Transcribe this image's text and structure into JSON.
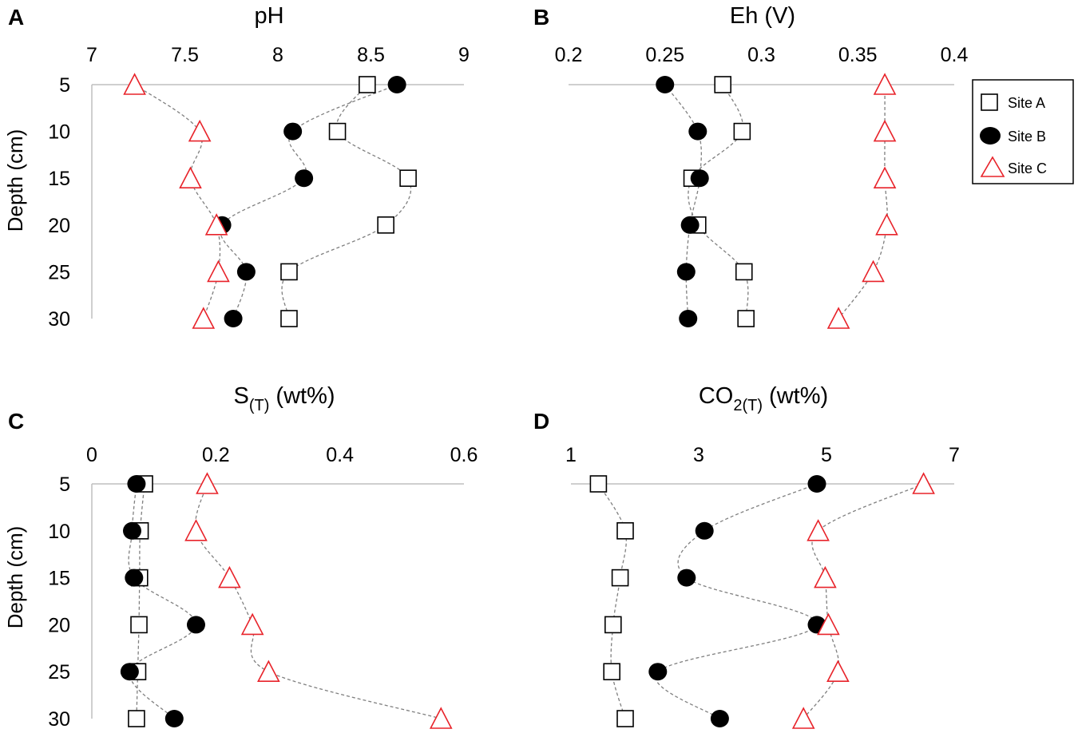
{
  "legend": {
    "items": [
      {
        "label": "Site A",
        "marker": "square"
      },
      {
        "label": "Site B",
        "marker": "circle"
      },
      {
        "label": "Site C",
        "marker": "triangle"
      }
    ]
  },
  "colors": {
    "site_a": "#000000",
    "site_b": "#000000",
    "site_c": "#e8232a",
    "axis": "#bfbfbf",
    "connector": "#7f7f7f"
  },
  "chart_data": [
    {
      "panel": "A",
      "type": "scatter",
      "title": "pH",
      "ylabel": "Depth (cm)",
      "x_ticks": [
        "7",
        "7.5",
        "8",
        "8.5",
        "9"
      ],
      "xlim": [
        7,
        9
      ],
      "y_ticks": [
        "5",
        "10",
        "15",
        "20",
        "25",
        "30"
      ],
      "ylim": [
        5,
        30
      ],
      "y_reversed": true,
      "depth": [
        5,
        10,
        15,
        20,
        25,
        30
      ],
      "series": [
        {
          "name": "Site A",
          "marker": "square",
          "values": [
            8.48,
            8.32,
            8.7,
            8.58,
            8.06,
            8.06
          ]
        },
        {
          "name": "Site B",
          "marker": "circle",
          "values": [
            8.64,
            8.08,
            8.14,
            7.7,
            7.83,
            7.76
          ]
        },
        {
          "name": "Site C",
          "marker": "triangle",
          "values": [
            7.23,
            7.58,
            7.53,
            7.67,
            7.68,
            7.6
          ]
        }
      ]
    },
    {
      "panel": "B",
      "type": "scatter",
      "title": "Eh (V)",
      "ylabel": "",
      "x_ticks": [
        "0.2",
        "0.25",
        "0.3",
        "0.35",
        "0.4"
      ],
      "xlim": [
        0.2,
        0.4
      ],
      "y_ticks": [],
      "ylim": [
        5,
        30
      ],
      "y_reversed": true,
      "depth": [
        5,
        10,
        15,
        20,
        25,
        30
      ],
      "series": [
        {
          "name": "Site A",
          "marker": "square",
          "values": [
            0.28,
            0.29,
            0.264,
            0.267,
            0.291,
            0.292
          ]
        },
        {
          "name": "Site B",
          "marker": "circle",
          "values": [
            0.25,
            0.267,
            0.268,
            0.263,
            0.261,
            0.262
          ]
        },
        {
          "name": "Site C",
          "marker": "triangle",
          "values": [
            0.364,
            0.364,
            0.364,
            0.365,
            0.358,
            0.34
          ]
        }
      ]
    },
    {
      "panel": "C",
      "type": "scatter",
      "title": "S(T) (wt%)",
      "title_parts": {
        "base": "S",
        "sub": "(T)",
        "rest": " (wt%)"
      },
      "ylabel": "Depth (cm)",
      "x_ticks": [
        "0",
        "0.2",
        "0.4",
        "0.6"
      ],
      "xlim": [
        0,
        0.6
      ],
      "y_ticks": [
        "5",
        "10",
        "15",
        "20",
        "25",
        "30"
      ],
      "ylim": [
        5,
        30
      ],
      "y_reversed": true,
      "depth": [
        5,
        10,
        15,
        20,
        25,
        30
      ],
      "series": [
        {
          "name": "Site A",
          "marker": "square",
          "values": [
            0.085,
            0.078,
            0.077,
            0.076,
            0.074,
            0.072
          ]
        },
        {
          "name": "Site B",
          "marker": "circle",
          "values": [
            0.072,
            0.065,
            0.068,
            0.168,
            0.061,
            0.133
          ]
        },
        {
          "name": "Site C",
          "marker": "triangle",
          "values": [
            0.186,
            0.168,
            0.222,
            0.259,
            0.285,
            0.563
          ]
        }
      ]
    },
    {
      "panel": "D",
      "type": "scatter",
      "title": "CO2(T) (wt%)",
      "title_parts": {
        "base": "CO",
        "sub": "2(T)",
        "rest": " (wt%)"
      },
      "ylabel": "",
      "x_ticks": [
        "1",
        "3",
        "5",
        "7"
      ],
      "xlim": [
        1,
        7
      ],
      "y_ticks": [],
      "ylim": [
        5,
        30
      ],
      "y_reversed": true,
      "depth": [
        5,
        10,
        15,
        20,
        25,
        30
      ],
      "series": [
        {
          "name": "Site A",
          "marker": "square",
          "values": [
            1.43,
            1.85,
            1.77,
            1.66,
            1.64,
            1.85
          ]
        },
        {
          "name": "Site B",
          "marker": "circle",
          "values": [
            4.85,
            3.09,
            2.81,
            4.85,
            2.36,
            3.33
          ]
        },
        {
          "name": "Site C",
          "marker": "triangle",
          "values": [
            6.52,
            4.87,
            4.98,
            5.03,
            5.18,
            4.64
          ]
        }
      ]
    }
  ]
}
